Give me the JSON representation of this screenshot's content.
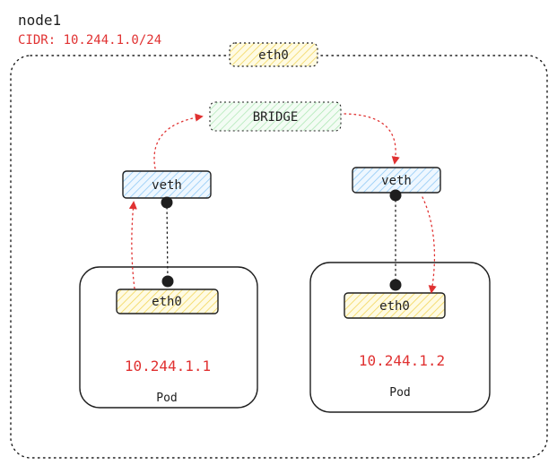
{
  "node": {
    "title": "node1",
    "cidr": "CIDR: 10.244.1.0/24",
    "eth0_label": "eth0"
  },
  "bridge": {
    "label": "BRIDGE"
  },
  "veth_left": {
    "label": "veth"
  },
  "veth_right": {
    "label": "veth"
  },
  "pod_left": {
    "eth0_label": "eth0",
    "ip": "10.244.1.1",
    "label": "Pod"
  },
  "pod_right": {
    "eth0_label": "eth0",
    "ip": "10.244.1.2",
    "label": "Pod"
  },
  "colors": {
    "ip_text": "#e03131",
    "arrow": "#e03131",
    "eth0_fill": "#fff3bf",
    "veth_fill": "#a5d8ff",
    "bridge_fill": "#b2f2bb",
    "stroke": "#1e1e1e"
  }
}
